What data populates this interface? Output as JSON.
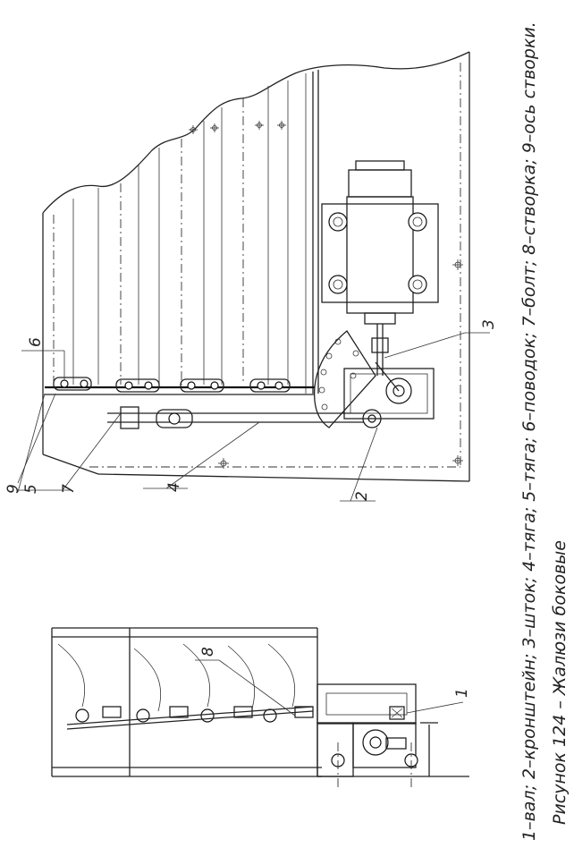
{
  "figure": {
    "caption": "Рисунок 124 – Жалюзи боковые",
    "legend": "1–вал; 2–кронштейн; 3–шток; 4–тяга; 5–тяга; 6–поводок; 7–болт; 8–створка; 9–ось створки."
  },
  "callouts": {
    "c1": "1",
    "c2": "2",
    "c3": "3",
    "c4": "4",
    "c5": "5",
    "c6": "6",
    "c7": "7",
    "c8": "8",
    "c9": "9"
  }
}
